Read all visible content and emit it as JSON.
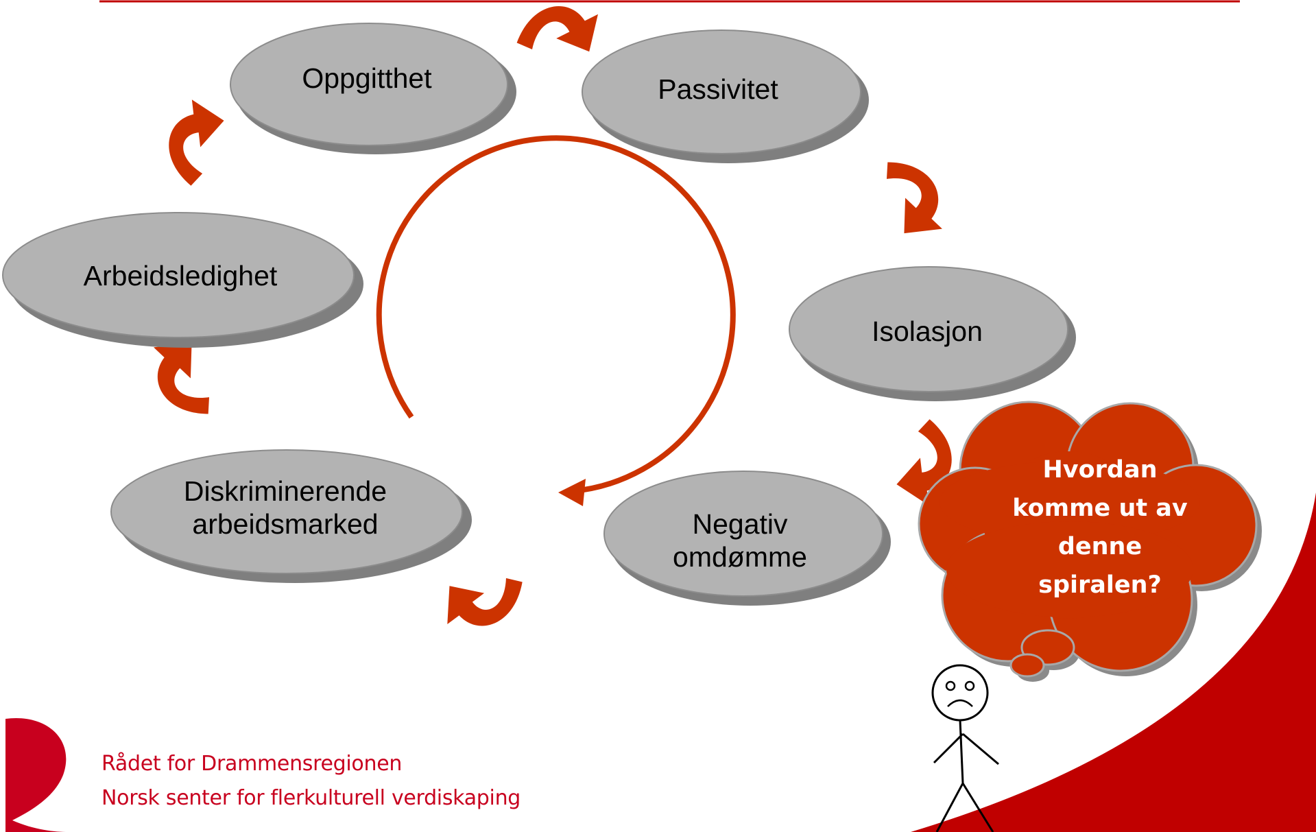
{
  "nodes": {
    "oppgitthet": "Oppgitthet",
    "passivitet": "Passivitet",
    "isolasjon": "Isolasjon",
    "negativ": [
      "Negativ",
      "omdømme"
    ],
    "diskriminerende": [
      "Diskriminerende",
      "arbeidsmarked"
    ],
    "arbeidsledighet": "Arbeidsledighet"
  },
  "thought_bubble": [
    "Hvordan",
    "komme ut av",
    "denne",
    "spiralen?"
  ],
  "logo": {
    "line1": "Rådet for Drammensregionen",
    "line2": "Norsk senter for flerkulturell verdiskaping"
  },
  "colors": {
    "accent": "#cc3300",
    "brand_red": "#c00000",
    "node_fill": "#b3b3b3",
    "node_shadow": "#7f7f7f"
  }
}
